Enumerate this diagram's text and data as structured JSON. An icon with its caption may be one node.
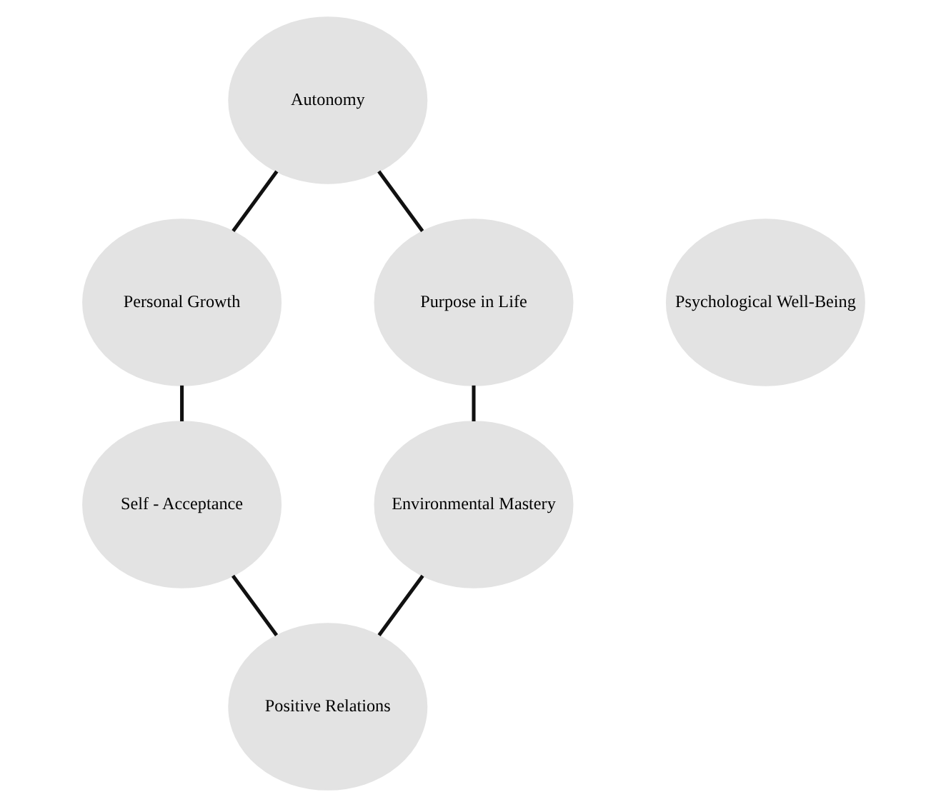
{
  "diagram": {
    "nodes": [
      {
        "text": [
          "Autonomy"
        ]
      },
      {
        "text": [
          "Purpose in Life"
        ]
      },
      {
        "text": [
          "Psychological Well-Being"
        ]
      },
      {
        "text": [
          "Personal Growth"
        ]
      },
      {
        "text": [
          "Environmental Mastery"
        ]
      },
      {
        "text": [
          "Self - Acceptance"
        ]
      },
      {
        "text": [
          "Positive Relations"
        ]
      }
    ],
    "edges": [
      {
        "from": 0,
        "to": 3,
        "arrow": "none"
      },
      {
        "from": 3,
        "to": 5,
        "arrow": "none"
      },
      {
        "from": 5,
        "to": 6,
        "arrow": "none"
      },
      {
        "from": 6,
        "to": 4,
        "arrow": "none"
      },
      {
        "from": 4,
        "to": 1,
        "arrow": "none"
      },
      {
        "from": 1,
        "to": 0,
        "arrow": "none"
      }
    ]
  }
}
